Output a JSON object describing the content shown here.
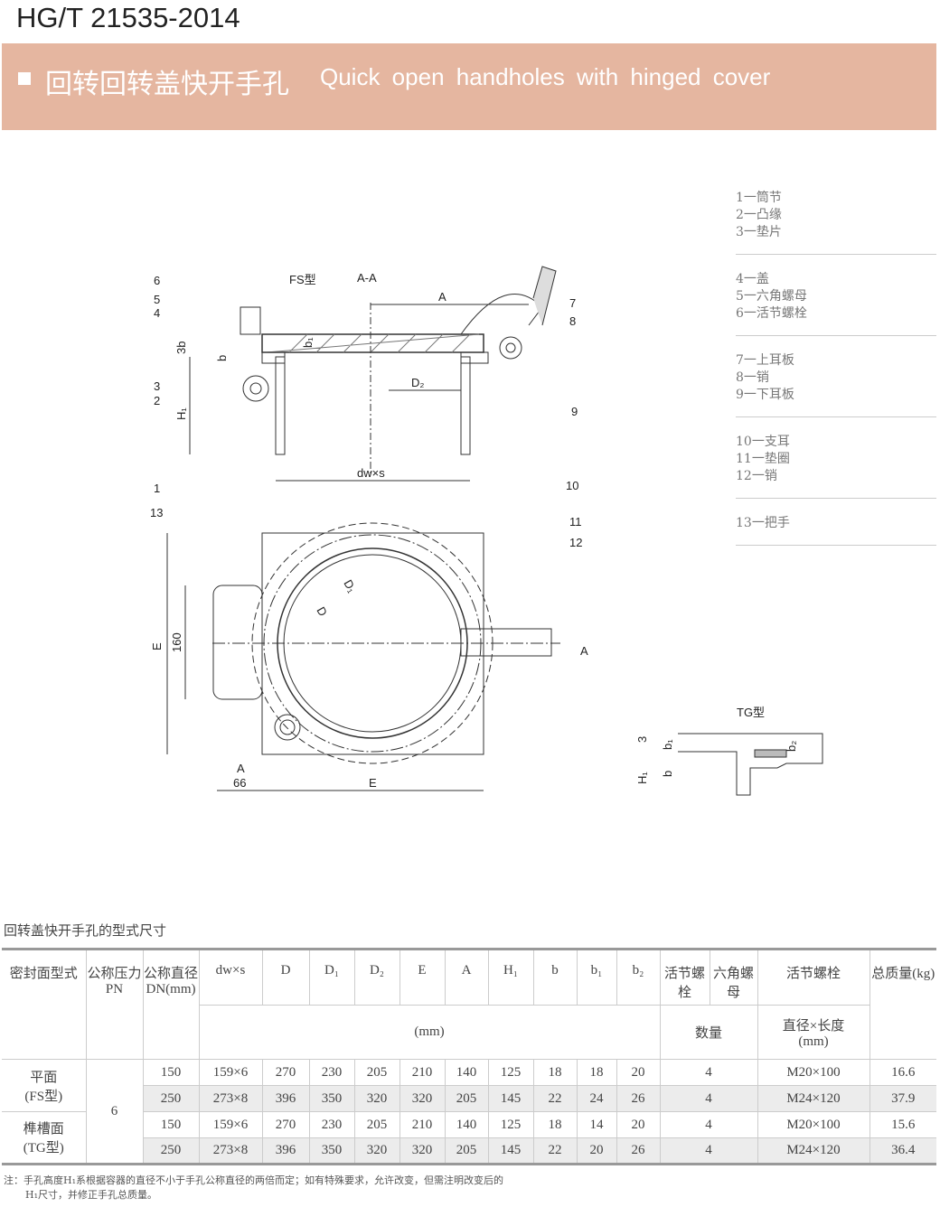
{
  "standard": "HG/T 21535-2014",
  "title_zh": "回转回转盖快开手孔",
  "title_en": "Quick open handholes with hinged cover",
  "legend": [
    [
      "1一筒节",
      "2一凸缘",
      "3一垫片"
    ],
    [
      "4一盖",
      "5一六角螺母",
      "6一活节螺栓"
    ],
    [
      "7一上耳板",
      "8一销",
      "9一下耳板"
    ],
    [
      "10一支耳",
      "11一垫圈",
      "12一销"
    ],
    [
      "13一把手"
    ]
  ],
  "drawing": {
    "fs_label": "FS型",
    "section_label": "A-A",
    "tg_label": "TG型",
    "dims": {
      "A": "A",
      "D2": "D₂",
      "dwxs": "dw×s",
      "H1": "H₁",
      "b": "b",
      "b1": "b₁",
      "b2": "b₂",
      "3b": "3b",
      "D": "D",
      "D1": "D₁",
      "E": "E",
      "e160": "160",
      "e66": "66",
      "3": "3",
      "sectA": "A"
    },
    "callouts": [
      "1",
      "2",
      "3",
      "4",
      "5",
      "6",
      "7",
      "8",
      "9",
      "10",
      "11",
      "12",
      "13"
    ]
  },
  "table": {
    "caption": "回转盖快开手孔的型式尺寸",
    "headers": {
      "seal": "密封面型式",
      "pn": "公称压力PN",
      "dn": "公称直径DN(mm)",
      "cols": [
        "dw×s",
        "D",
        "D₁",
        "D₂",
        "E",
        "A",
        "H₁",
        "b",
        "b₁",
        "b₂"
      ],
      "bolt": "活节螺栓",
      "nut": "六角螺母",
      "bolt_spec": "活节螺栓",
      "mass": "总质量(kg)",
      "mm": "(mm)",
      "qty": "数量",
      "dia_len": "直径×长度",
      "dia_unit": "(mm)"
    },
    "groups": [
      {
        "seal": "平面",
        "type": "(FS型)"
      },
      {
        "seal": "榫槽面",
        "type": "(TG型)"
      }
    ],
    "pn": "6",
    "rows": [
      [
        "150",
        "159×6",
        "270",
        "230",
        "205",
        "210",
        "140",
        "125",
        "18",
        "18",
        "20",
        "4",
        "M20×100",
        "16.6"
      ],
      [
        "250",
        "273×8",
        "396",
        "350",
        "320",
        "320",
        "205",
        "145",
        "22",
        "24",
        "26",
        "4",
        "M24×120",
        "37.9"
      ],
      [
        "150",
        "159×6",
        "270",
        "230",
        "205",
        "210",
        "140",
        "125",
        "18",
        "14",
        "20",
        "4",
        "M20×100",
        "15.6"
      ],
      [
        "250",
        "273×8",
        "396",
        "350",
        "320",
        "320",
        "205",
        "145",
        "22",
        "20",
        "26",
        "4",
        "M24×120",
        "36.4"
      ]
    ]
  },
  "note": [
    "注：手孔高度H₁系根据容器的直径不小于手孔公称直径的两倍而定；如有特殊要求，允许改变，但需注明改变后的",
    "H₁尺寸，并修正手孔总质量。"
  ]
}
